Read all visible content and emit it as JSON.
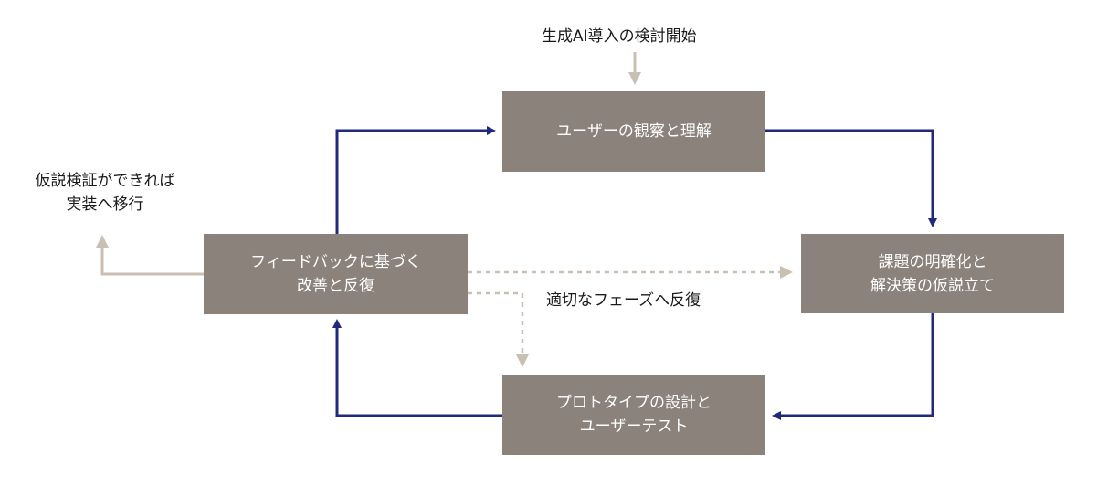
{
  "start_label": "生成AI導入の検討開始",
  "exit_label": "仮説検証ができれば\n実装へ移行",
  "feedback_label": "適切なフェーズへ反復",
  "steps": {
    "observe": "ユーザーの観察と理解",
    "define": "課題の明確化と\n解決策の仮説立て",
    "prototype": "プロトタイプの設計と\nユーザーテスト",
    "improve": "フィードバックに基づく\n改善と反復"
  },
  "colors": {
    "box_fill": "#8a827b",
    "box_text": "#ffffff",
    "cycle_arrow": "#1f2a7a",
    "aux_arrow": "#c9bfb3"
  }
}
